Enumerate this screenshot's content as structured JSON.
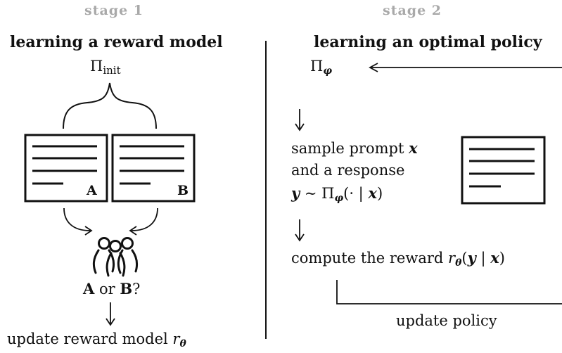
{
  "left": {
    "stage_label": "stage 1",
    "title": "learning a reward model",
    "policy_base": "Π",
    "policy_sub": "init",
    "doc_a_label": "A",
    "doc_b_label": "B",
    "choice_a": "A",
    "choice_or": " or ",
    "choice_b": "B",
    "choice_q": "?",
    "update_text": "update reward model ",
    "update_r": "r",
    "update_theta": "θ"
  },
  "right": {
    "stage_label": "stage 2",
    "title": "learning an optimal policy",
    "policy_base": "Π",
    "policy_sub": "φ",
    "sample_line1_text": "sample prompt ",
    "sample_line1_var": "x",
    "sample_line2": "and a response",
    "sample_line3_y": "y",
    "sample_line3_sim": " ∼ Π",
    "sample_line3_sub": "φ",
    "sample_line3_args": "(· | ",
    "sample_line3_x": "x",
    "sample_line3_close": ")",
    "compute_text": "compute the reward ",
    "compute_r": "r",
    "compute_theta": "θ",
    "compute_open": "(",
    "compute_y": "y",
    "compute_bar": " | ",
    "compute_x": "x",
    "compute_close": ")",
    "loop_label": "update policy"
  }
}
